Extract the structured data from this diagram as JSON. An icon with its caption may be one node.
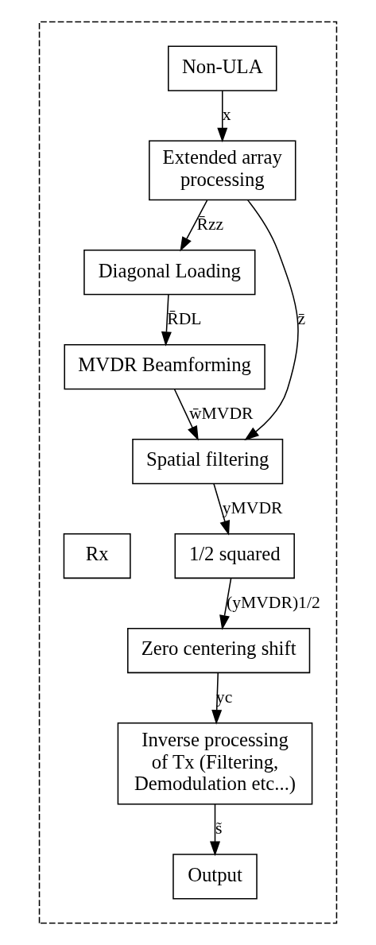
{
  "diagram": {
    "nodes": [
      {
        "text": [],
        "shape": "box"
      },
      {
        "text": [
          "Non-ULA"
        ],
        "in": 0
      },
      {
        "text": [
          "Extended array processing"
        ],
        "in": 0
      },
      {
        "text": [
          "Diagonal Loading"
        ],
        "in": 0
      },
      {
        "text": [
          "MVDR Beamforming"
        ],
        "in": 0
      },
      {
        "text": [
          "Spatial filtering"
        ],
        "in": 0
      },
      {
        "text": [
          "Rx"
        ],
        "in": 0
      },
      {
        "text": [
          "1/2 squared"
        ],
        "in": 0
      },
      {
        "text": [
          "Zero centering shift"
        ],
        "in": 0
      },
      {
        "text": [
          "Inverse processing of Tx (Filtering, Demodulation etc...)"
        ],
        "in": 0
      },
      {
        "text": [
          "Output"
        ],
        "in": 0
      }
    ],
    "edges": [
      {
        "from": 1,
        "to": 2,
        "arrow": "to",
        "label": "x"
      },
      {
        "from": 2,
        "to": 3,
        "arrow": "to",
        "label": "R̄zz"
      },
      {
        "from": 3,
        "to": 4,
        "arrow": "to",
        "label": "R̄DL"
      },
      {
        "from": 2,
        "to": 5,
        "arrow": "to",
        "label": "z̄"
      },
      {
        "from": 4,
        "to": 5,
        "arrow": "to",
        "label": "w̄MVDR"
      },
      {
        "from": 5,
        "to": 7,
        "arrow": "to",
        "label": "yMVDR"
      },
      {
        "from": 7,
        "to": 8,
        "arrow": "to",
        "label": "(yMVDR)1/2"
      },
      {
        "from": 8,
        "to": 9,
        "arrow": "to",
        "label": "yc"
      },
      {
        "from": 9,
        "to": 10,
        "arrow": "to",
        "label": "s̃"
      }
    ]
  }
}
